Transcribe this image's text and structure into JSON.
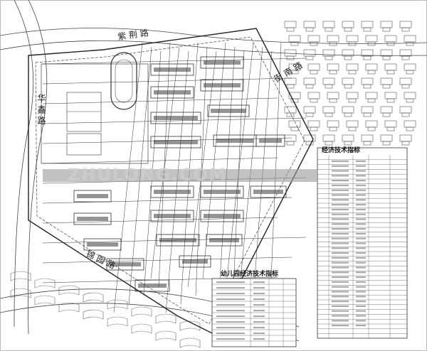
{
  "roads": {
    "north": "紫 荆 路",
    "west": "华 鑫 路",
    "east": "街 南 路",
    "south": "锦 园 路"
  },
  "tables": {
    "kindergarten_title": "幼儿园经济技术指标",
    "site_title": "经济技术指标"
  },
  "watermark": "ZHULONG.COM",
  "colors": {
    "line": "#2a2a2a",
    "dark_block": "#555555",
    "light_line": "#8a8a8a",
    "background": "#ffffff"
  }
}
